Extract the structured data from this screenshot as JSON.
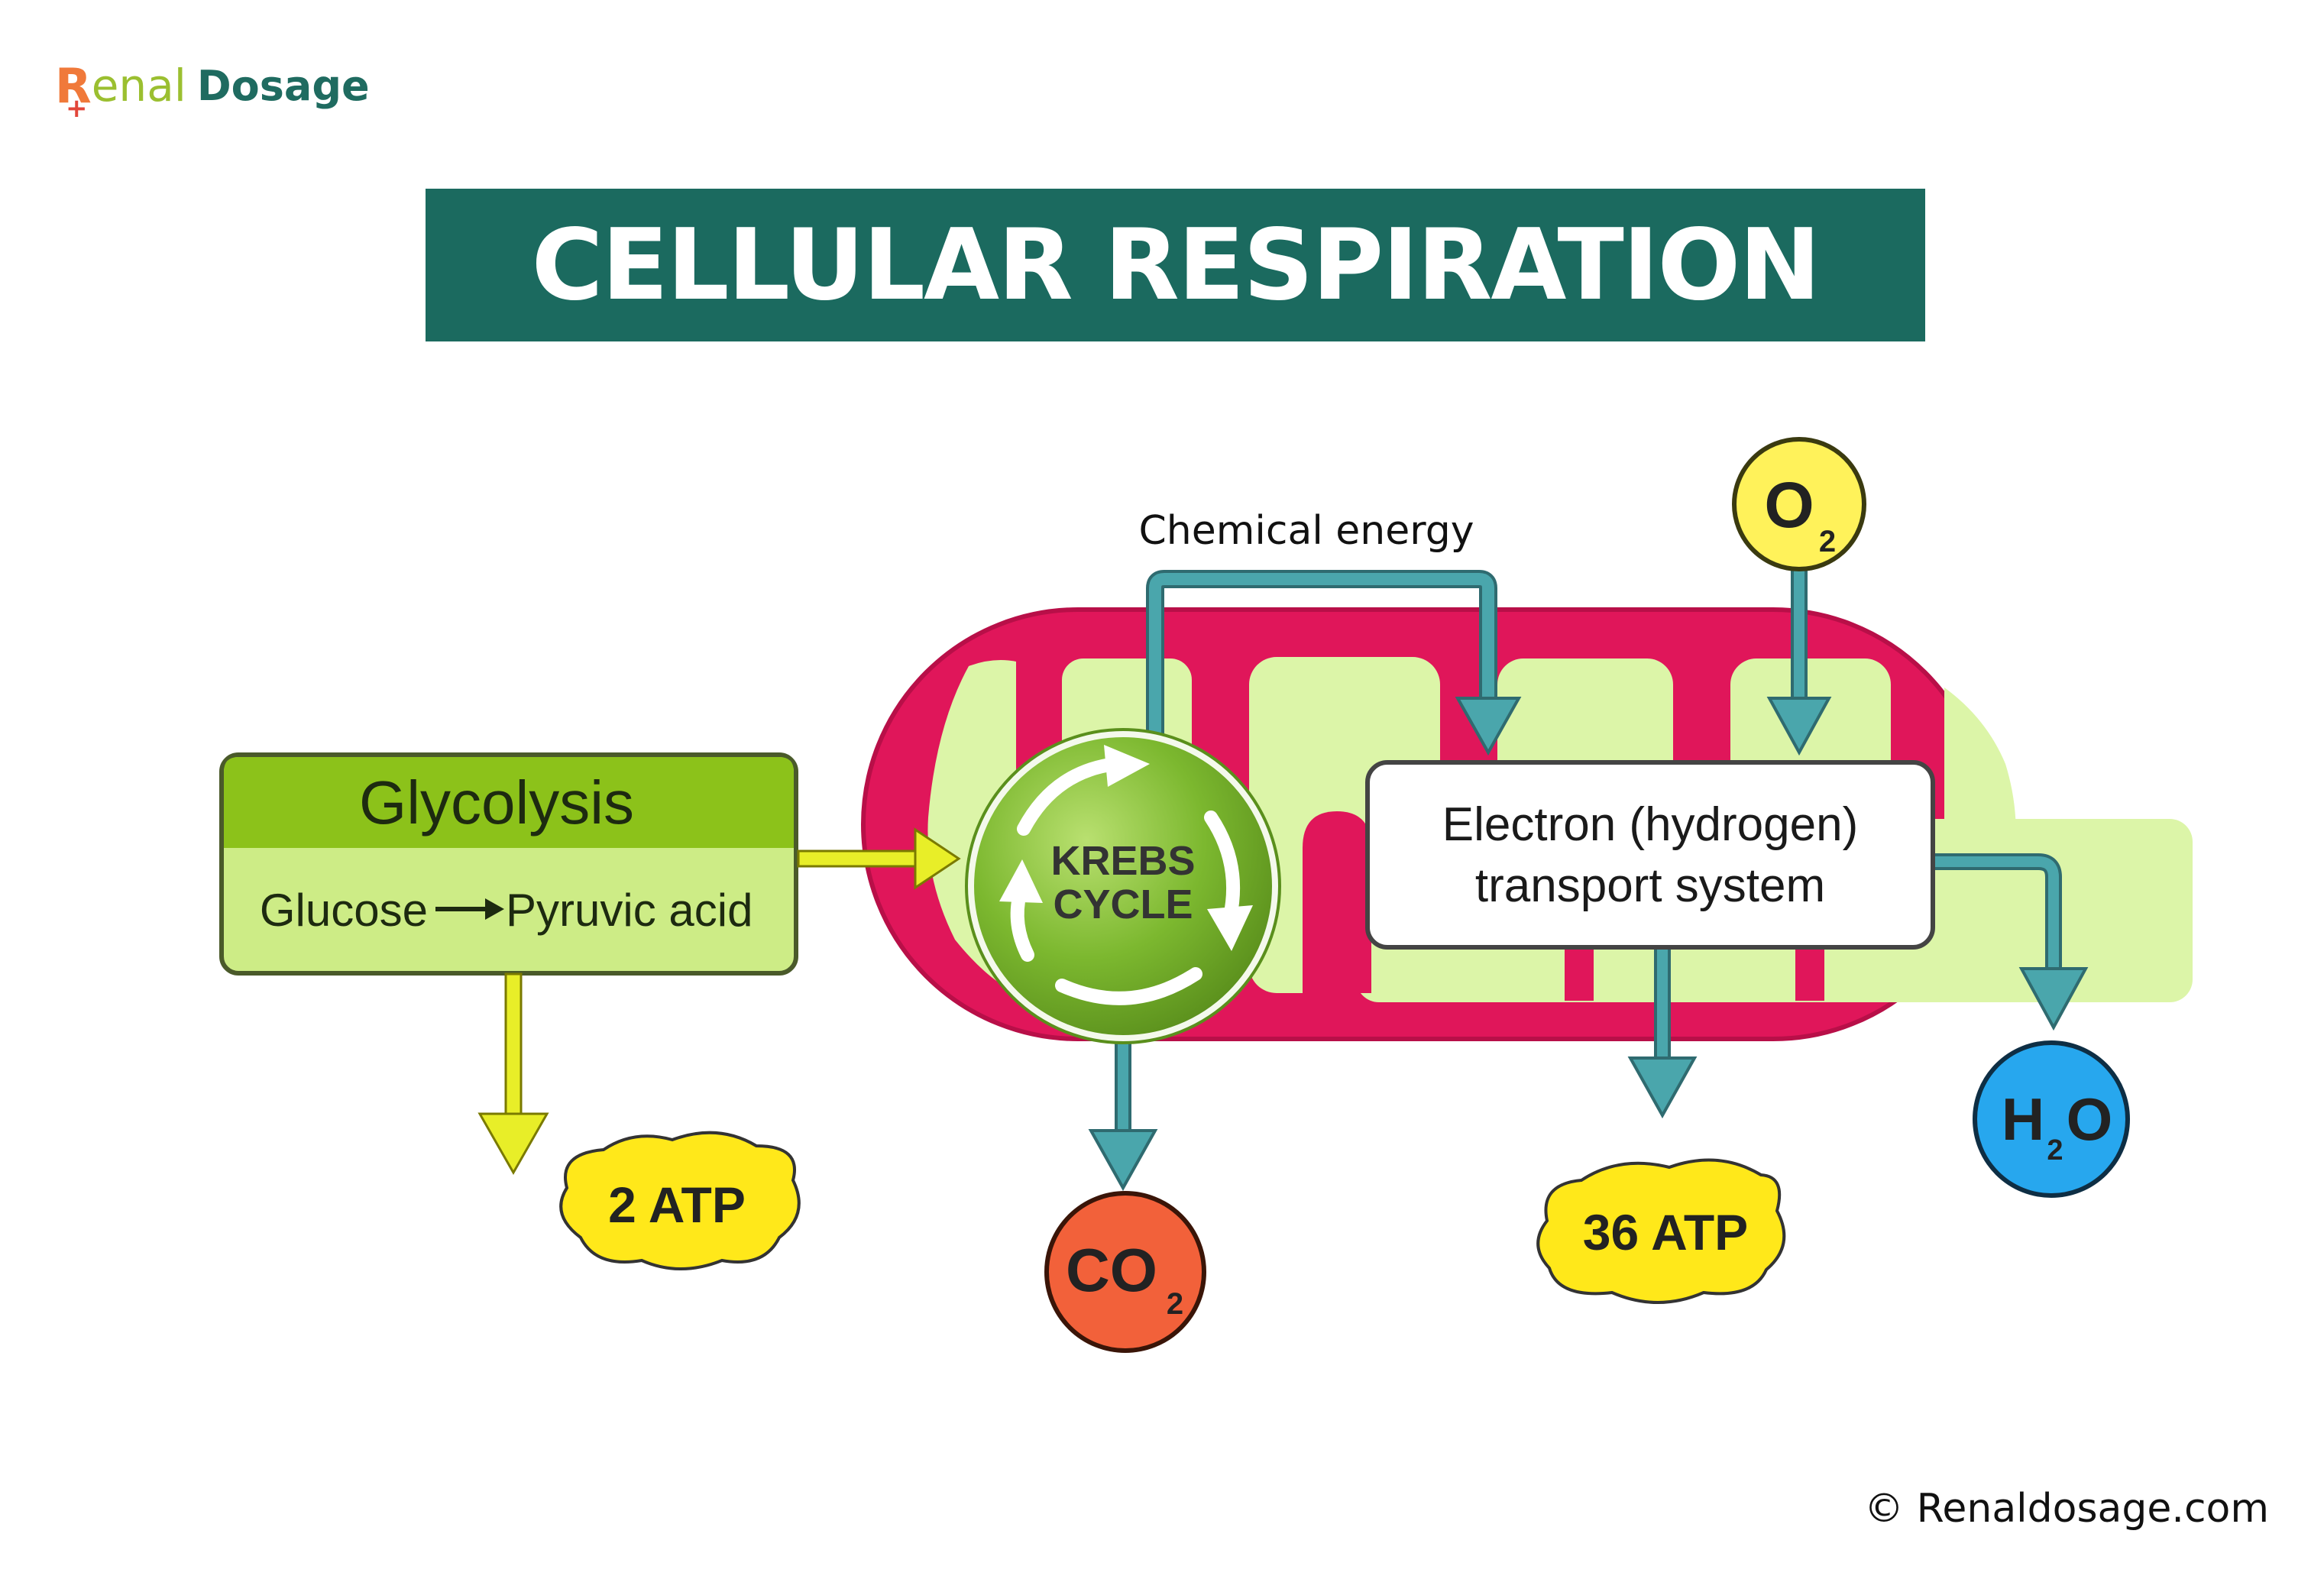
{
  "logo": {
    "brand_r": "R",
    "brand_enal": "enal",
    "brand_dosage": "Dosage"
  },
  "title": "CELLULAR RESPIRATION",
  "glycolysis": {
    "title": "Glycolysis",
    "from": "Glucose",
    "to": "Pyruvic acid"
  },
  "krebs": {
    "line1": "KREBS",
    "line2": "CYCLE"
  },
  "chemical_energy": "Chemical energy",
  "ets": {
    "line1": "Electron (hydrogen)",
    "line2": "transport system"
  },
  "o2": {
    "base": "O",
    "sub": "2"
  },
  "co2": {
    "base": "CO",
    "sub": "2"
  },
  "h2o": {
    "h": "H",
    "sub": "2",
    "o": "O"
  },
  "atp_glycolysis": "2 ATP",
  "atp_ets": "36 ATP",
  "copyright": "© Renaldosage.com",
  "colors": {
    "title_bg": "#1b6a5f",
    "membrane": "#e0165a",
    "matrix": "#dcf5a8",
    "glycolysis_header": "#8cc21a",
    "glycolysis_body": "#cdec86",
    "krebs": "#7cb82f",
    "arrow_teal": "#4aa6ac",
    "arrow_yellow": "#e8ee28",
    "atp_yellow": "#ffe81a",
    "o2_yellow": "#fff25a",
    "co2_orange": "#f2613a",
    "h2o_blue": "#27a7ee"
  }
}
